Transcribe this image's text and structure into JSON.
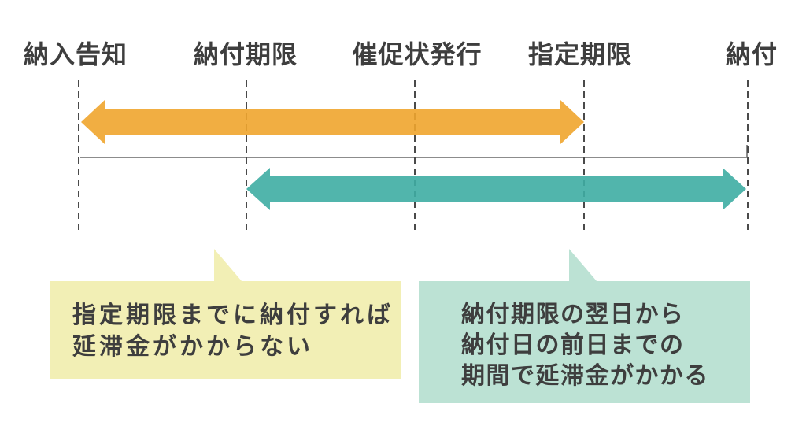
{
  "timeline": {
    "labels": [
      {
        "text": "納入告知"
      },
      {
        "text": "納付期限"
      },
      {
        "text": "催促状発行"
      },
      {
        "text": "指定期限"
      },
      {
        "text": "納付"
      }
    ]
  },
  "arrows": {
    "no_fee_period": {
      "name": "orange double arrow from 納入告知 to 指定期限"
    },
    "fee_period": {
      "name": "teal double arrow from 納付期限 to 納付"
    }
  },
  "callouts": {
    "no_late_fee": {
      "lines": {
        "0": "指定期限までに納付すれば",
        "1": "延滞金がかからない"
      }
    },
    "late_fee": {
      "lines": {
        "0": "納付期限の翌日から",
        "1": "納付日の前日までの",
        "2": "期間で延滞金がかかる"
      }
    }
  },
  "colors": {
    "arrow_orange": "#EFA52E",
    "arrow_teal": "#3EADA3",
    "bubble_yellow": "#F2EFB5",
    "bubble_mint": "#BCE2D4",
    "text_dark": "#3E3E3E",
    "dash_line": "#4A4A4A",
    "baseline": "#8C8C8C"
  }
}
